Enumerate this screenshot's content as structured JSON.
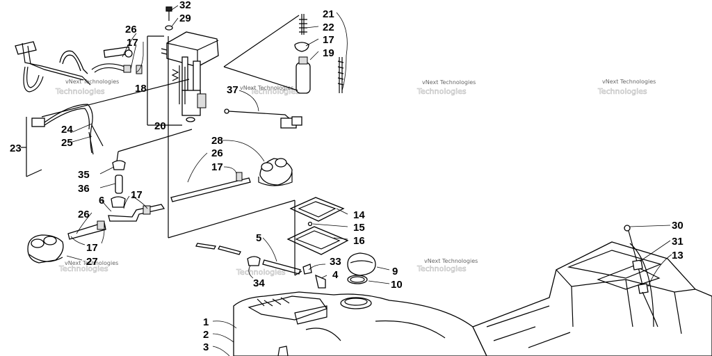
{
  "callouts": {
    "c32": "32",
    "c29": "29",
    "c26a": "26",
    "c17a": "17",
    "c18": "18",
    "c20": "20",
    "c21": "21",
    "c22": "22",
    "c17b": "17",
    "c19": "19",
    "c37": "37",
    "c24": "24",
    "c25": "25",
    "c23": "23",
    "c28": "28",
    "c26b": "26",
    "c17c": "17",
    "c35": "35",
    "c36": "36",
    "c6": "6",
    "c17d": "17",
    "c26c": "26",
    "c17e": "17",
    "c27": "27",
    "c14": "14",
    "c15": "15",
    "c16": "16",
    "c5": "5",
    "c33": "33",
    "c4": "4",
    "c9": "9",
    "c10": "10",
    "c34": "34",
    "c1": "1",
    "c2": "2",
    "c3": "3",
    "c30": "30",
    "c31": "31",
    "c13": "13"
  },
  "watermark": {
    "small": "vNext Technologies",
    "large": "Technologies"
  }
}
